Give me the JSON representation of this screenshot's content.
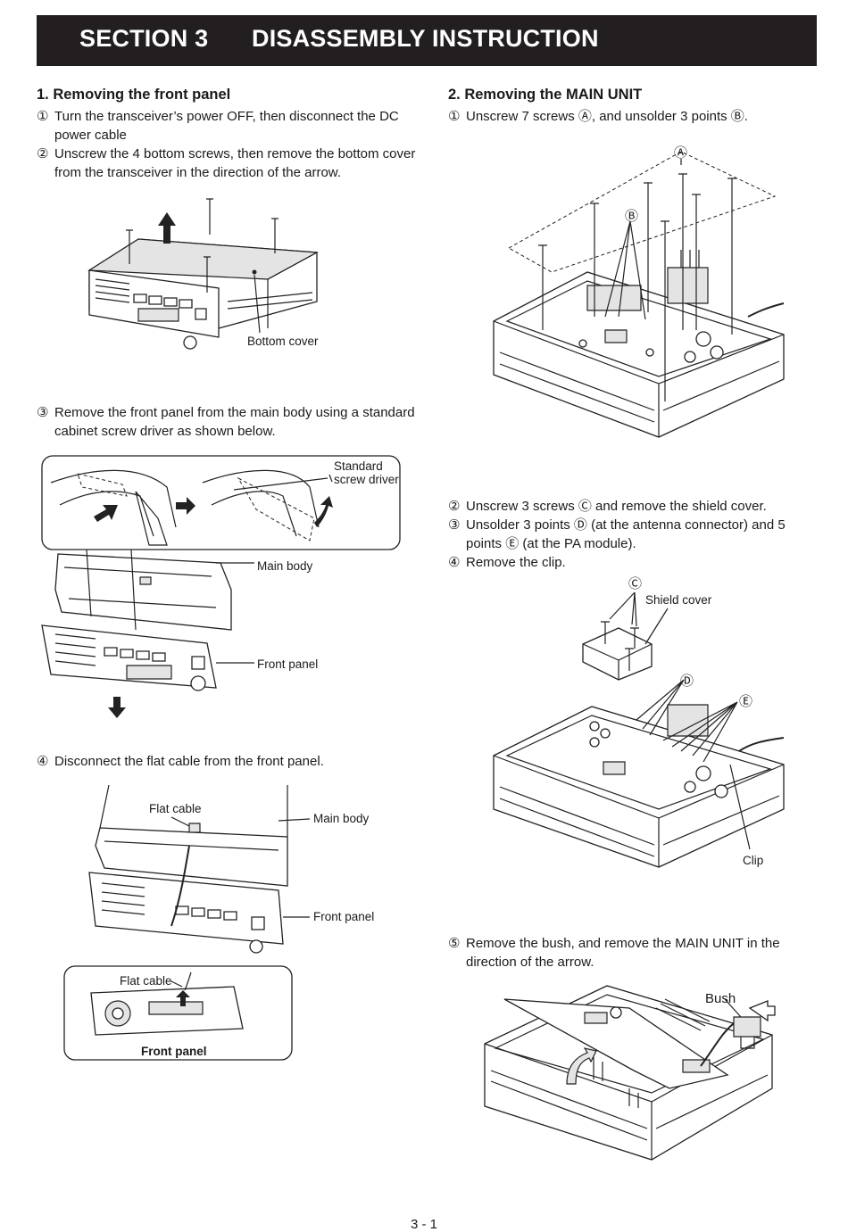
{
  "header": {
    "section": "SECTION 3",
    "title": "DISASSEMBLY INSTRUCTION"
  },
  "left": {
    "heading": "1. Removing the front panel",
    "steps": [
      {
        "num": "①",
        "text": "Turn the transceiver’s power OFF, then disconnect the DC power cable"
      },
      {
        "num": "②",
        "text": "Unscrew the 4 bottom screws, then remove the bottom cover from the transceiver in the direction of the arrow."
      },
      {
        "num": "③",
        "text": "Remove the front panel from the main body using a standard cabinet screw driver as shown below."
      },
      {
        "num": "④",
        "text": "Disconnect the flat cable from the front panel."
      }
    ],
    "labels": {
      "bottom_cover": "Bottom cover",
      "screw_driver": "Standard\nscrew driver",
      "main_body_1": "Main body",
      "front_panel_1": "Front panel",
      "flat_cable_1": "Flat cable",
      "main_body_2": "Main body",
      "front_panel_2": "Front panel",
      "flat_cable_2": "Flat cable",
      "front_panel_inset": "Front panel"
    }
  },
  "right": {
    "heading": "2. Removing the MAIN UNIT",
    "steps": [
      {
        "num": "①",
        "text": "Unscrew 7 screws Ⓐ, and unsolder 3 points Ⓑ."
      },
      {
        "num": "②",
        "text": "Unscrew 3 screws Ⓒ and remove the shield cover."
      },
      {
        "num": "③",
        "text": "Unsolder 3 points Ⓓ (at the antenna connector) and 5 points Ⓔ (at the PA module)."
      },
      {
        "num": "④",
        "text": "Remove the clip."
      },
      {
        "num": "⑤",
        "text": "Remove the bush, and remove the MAIN UNIT in the direction of the arrow."
      }
    ],
    "labels": {
      "a": "Ⓐ",
      "b": "Ⓑ",
      "c": "Ⓒ",
      "d": "Ⓓ",
      "e": "Ⓔ",
      "shield_cover": "Shield cover",
      "clip": "Clip",
      "bush": "Bush"
    }
  },
  "footer": {
    "page": "3 - 1"
  }
}
